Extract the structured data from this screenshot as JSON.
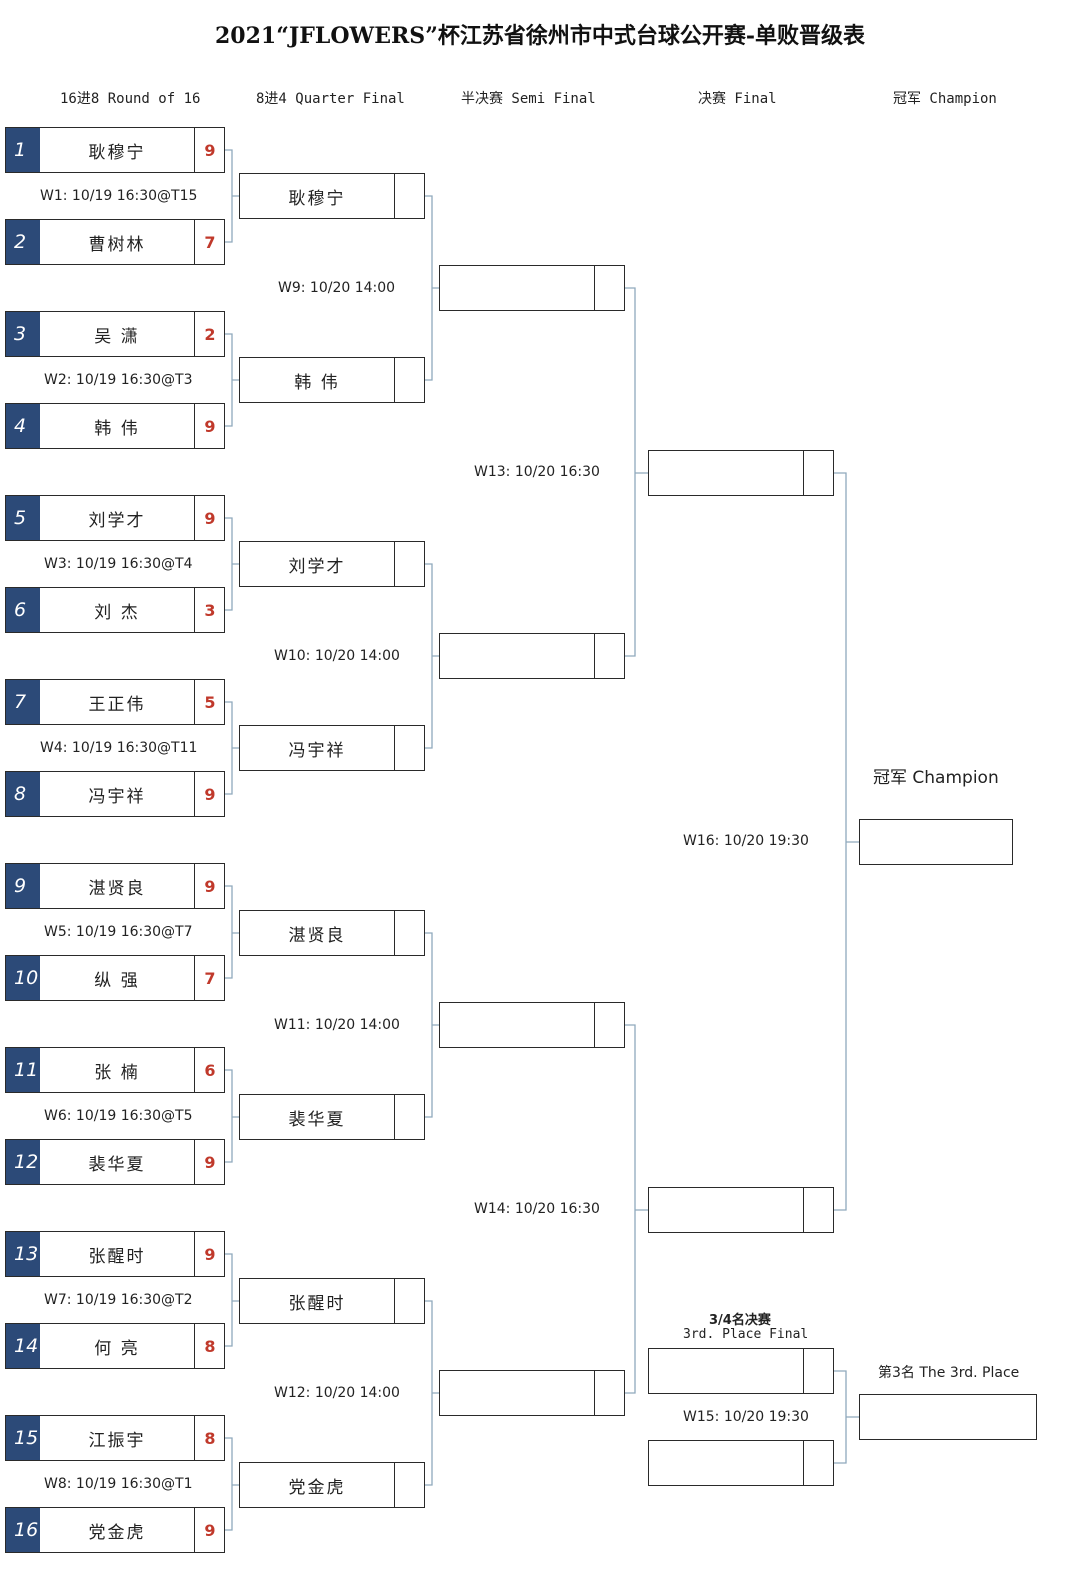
{
  "title": "2021“JFLOWERS”杯江苏省徐州市中式台球公开赛-单败晋级表",
  "columns": {
    "r16": "16进8 Round of 16",
    "qf": "8进4 Quarter Final",
    "sf": "半决赛 Semi Final",
    "final": "决赛 Final",
    "champion": "冠军 Champion"
  },
  "seeds": [
    {
      "num": "1",
      "name": "耿穆宁",
      "score": "9"
    },
    {
      "num": "2",
      "name": "曹树林",
      "score": "7"
    },
    {
      "num": "3",
      "name": "吴 潇",
      "score": "2"
    },
    {
      "num": "4",
      "name": "韩 伟",
      "score": "9"
    },
    {
      "num": "5",
      "name": "刘学才",
      "score": "9"
    },
    {
      "num": "6",
      "name": "刘 杰",
      "score": "3"
    },
    {
      "num": "7",
      "name": "王正伟",
      "score": "5"
    },
    {
      "num": "8",
      "name": "冯宇祥",
      "score": "9"
    },
    {
      "num": "9",
      "name": "湛贤良",
      "score": "9"
    },
    {
      "num": "10",
      "name": "纵 强",
      "score": "7"
    },
    {
      "num": "11",
      "name": "张 楠",
      "score": "6"
    },
    {
      "num": "12",
      "name": "裴华夏",
      "score": "9"
    },
    {
      "num": "13",
      "name": "张醒时",
      "score": "9"
    },
    {
      "num": "14",
      "name": "何 亮",
      "score": "8"
    },
    {
      "num": "15",
      "name": "江振宇",
      "score": "8"
    },
    {
      "num": "16",
      "name": "党金虎",
      "score": "9"
    }
  ],
  "r16_matches": [
    "W1: 10/19 16:30@T15",
    "W2: 10/19 16:30@T3",
    "W3: 10/19 16:30@T4",
    "W4: 10/19 16:30@T11",
    "W5: 10/19 16:30@T7",
    "W6: 10/19 16:30@T5",
    "W7: 10/19 16:30@T2",
    "W8: 10/19 16:30@T1"
  ],
  "qf_players": [
    "耿穆宁",
    "韩 伟",
    "刘学才",
    "冯宇祥",
    "湛贤良",
    "裴华夏",
    "张醒时",
    "党金虎"
  ],
  "qf_matches": [
    "W9: 10/20 14:00",
    "W10: 10/20 14:00",
    "W11: 10/20 14:00",
    "W12: 10/20 14:00"
  ],
  "sf_matches": [
    "W13: 10/20 16:30",
    "W14: 10/20 16:30"
  ],
  "final_match": "W16: 10/20 19:30",
  "third_place": {
    "title_cn": "3/4名决赛",
    "title_en": "3rd. Place Final",
    "match": "W15: 10/20 19:30",
    "result_label": "第3名 The 3rd. Place"
  },
  "champion_label": "冠军 Champion"
}
